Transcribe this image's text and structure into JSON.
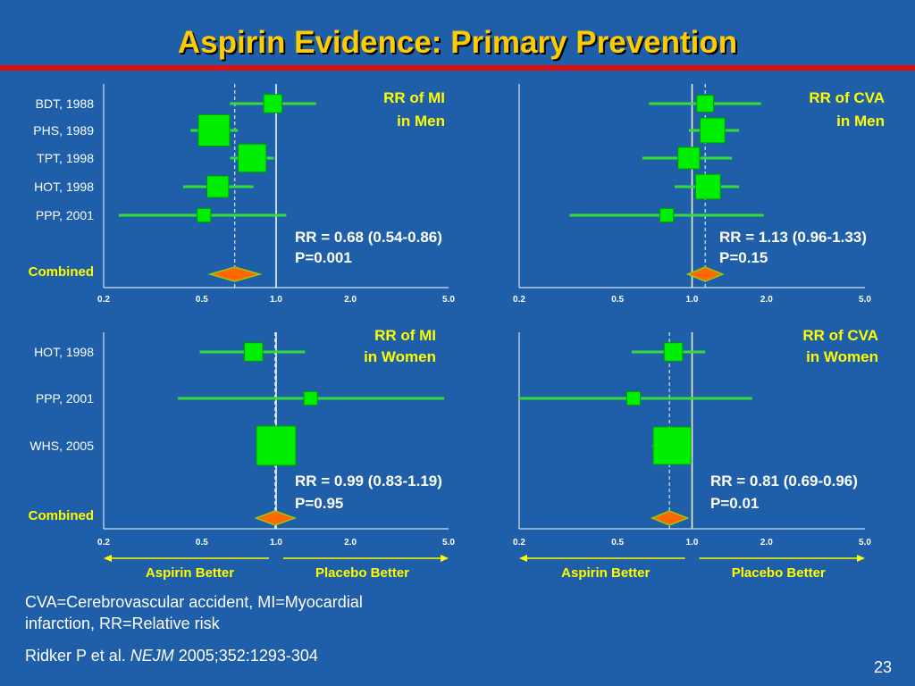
{
  "slide": {
    "title": "Aspirin Evidence: Primary Prevention",
    "footnote_line1": "CVA=Cerebrovascular accident, MI=Myocardial",
    "footnote_line2": "infarction, RR=Relative risk",
    "reference_prefix": "Ridker P et al. ",
    "reference_journal": "NEJM",
    "reference_suffix": " 2005;352:1293-304",
    "page_number": "23",
    "combined_label": "Combined",
    "aspirin_better": "Aspirin Better",
    "placebo_better": "Placebo Better"
  },
  "colors": {
    "background": "#1f5ea8",
    "title": "#ffcc00",
    "rule": "#e01010",
    "marker": "#00ee00",
    "ci_line": "#33dd33",
    "diamond_fill": "#ff6600",
    "diamond_edge": "#99cc00",
    "label": "#ffff00"
  },
  "chart_data": [
    {
      "type": "forest",
      "title_line1": "RR of MI",
      "title_line2": "in Men",
      "x_scale": "log",
      "xlim": [
        0.2,
        5.0
      ],
      "xticks": [
        "0.2",
        "0.5",
        "1.0",
        "2.0",
        "5.0"
      ],
      "reference_line": 1.0,
      "studies": [
        {
          "label": "BDT, 1988",
          "rr": 0.97,
          "lo": 0.65,
          "hi": 1.45,
          "weight": 0.35
        },
        {
          "label": "PHS, 1989",
          "rr": 0.56,
          "lo": 0.45,
          "hi": 0.7,
          "weight": 0.75
        },
        {
          "label": "TPT, 1998",
          "rr": 0.8,
          "lo": 0.65,
          "hi": 0.98,
          "weight": 0.65
        },
        {
          "label": "HOT, 1998",
          "rr": 0.58,
          "lo": 0.42,
          "hi": 0.81,
          "weight": 0.45
        },
        {
          "label": "PPP, 2001",
          "rr": 0.51,
          "lo": 0.23,
          "hi": 1.1,
          "weight": 0.2
        }
      ],
      "combined": {
        "rr": 0.68,
        "lo": 0.54,
        "hi": 0.86
      },
      "summary_rr": "RR = 0.68 (0.54-0.86)",
      "summary_p": "P=0.001"
    },
    {
      "type": "forest",
      "title_line1": "RR of CVA",
      "title_line2": "in Men",
      "x_scale": "log",
      "xlim": [
        0.2,
        5.0
      ],
      "xticks": [
        "0.2",
        "0.5",
        "1.0",
        "2.0",
        "5.0"
      ],
      "reference_line": 1.0,
      "studies": [
        {
          "label": "BDT, 1988",
          "rr": 1.13,
          "lo": 0.67,
          "hi": 1.9,
          "weight": 0.3
        },
        {
          "label": "PHS, 1989",
          "rr": 1.21,
          "lo": 0.97,
          "hi": 1.55,
          "weight": 0.55
        },
        {
          "label": "TPT, 1998",
          "rr": 0.97,
          "lo": 0.63,
          "hi": 1.45,
          "weight": 0.45
        },
        {
          "label": "HOT, 1998",
          "rr": 1.16,
          "lo": 0.85,
          "hi": 1.55,
          "weight": 0.55
        },
        {
          "label": "PPP, 2001",
          "rr": 0.79,
          "lo": 0.32,
          "hi": 1.95,
          "weight": 0.2
        }
      ],
      "combined": {
        "rr": 1.13,
        "lo": 0.96,
        "hi": 1.33
      },
      "summary_rr": "RR = 1.13 (0.96-1.33)",
      "summary_p": "P=0.15"
    },
    {
      "type": "forest",
      "title_line1": "RR of MI",
      "title_line2": "in Women",
      "x_scale": "log",
      "xlim": [
        0.2,
        5.0
      ],
      "xticks": [
        "0.2",
        "0.5",
        "1.0",
        "2.0",
        "5.0"
      ],
      "reference_line": 1.0,
      "studies": [
        {
          "label": "HOT, 1998",
          "rr": 0.81,
          "lo": 0.49,
          "hi": 1.31,
          "weight": 0.35
        },
        {
          "label": "PPP, 2001",
          "rr": 1.38,
          "lo": 0.4,
          "hi": 4.8,
          "weight": 0.2
        },
        {
          "label": "WHS, 2005",
          "rr": 1.0,
          "lo": 0.83,
          "hi": 1.2,
          "weight": 1.0
        }
      ],
      "combined": {
        "rr": 0.99,
        "lo": 0.83,
        "hi": 1.19
      },
      "summary_rr": "RR = 0.99 (0.83-1.19)",
      "summary_p": "P=0.95"
    },
    {
      "type": "forest",
      "title_line1": "RR of CVA",
      "title_line2": "in Women",
      "x_scale": "log",
      "xlim": [
        0.2,
        5.0
      ],
      "xticks": [
        "0.2",
        "0.5",
        "1.0",
        "2.0",
        "5.0"
      ],
      "reference_line": 1.0,
      "studies": [
        {
          "label": "HOT, 1998",
          "rr": 0.84,
          "lo": 0.57,
          "hi": 1.13,
          "weight": 0.35
        },
        {
          "label": "PPP, 2001",
          "rr": 0.58,
          "lo": 0.2,
          "hi": 1.75,
          "weight": 0.2
        },
        {
          "label": "WHS, 2005",
          "rr": 0.83,
          "lo": 0.69,
          "hi": 0.99,
          "weight": 0.95
        }
      ],
      "combined": {
        "rr": 0.81,
        "lo": 0.69,
        "hi": 0.96
      },
      "summary_rr": "RR = 0.81 (0.69-0.96)",
      "summary_p": "P=0.01"
    }
  ]
}
